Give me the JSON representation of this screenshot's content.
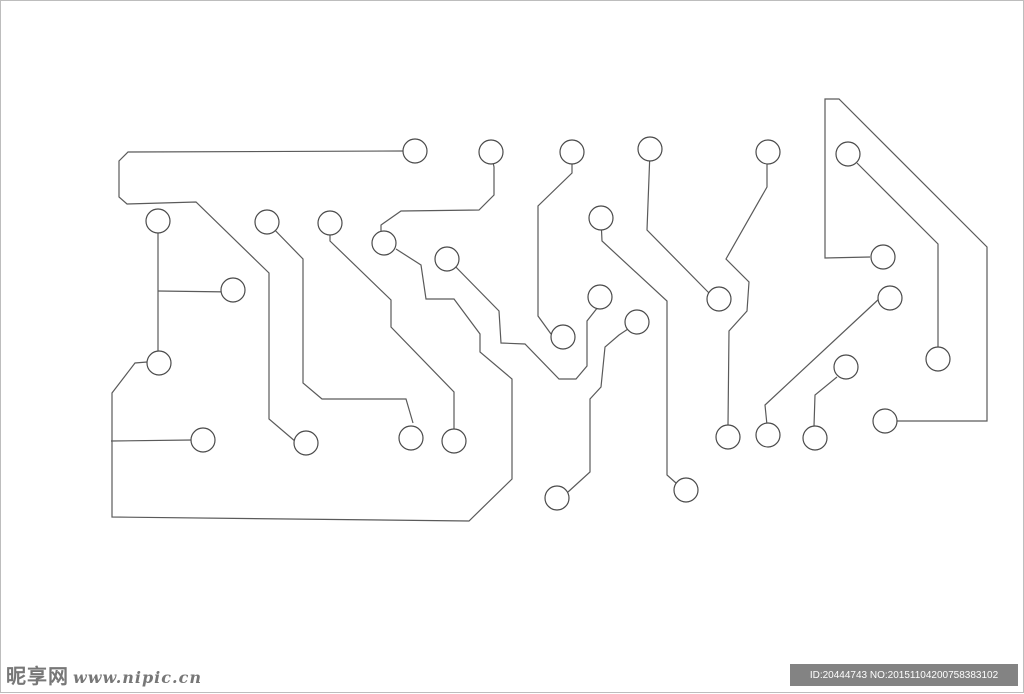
{
  "colors": {
    "trace": "#5a5a5a",
    "pad_stroke": "#4a4a4a",
    "pad_fill": "#ffffff"
  },
  "watermark": {
    "logo": "昵享网",
    "url": "www.nipic.cn"
  },
  "image_id": "ID:20444743 NO:20151104200758383102"
}
